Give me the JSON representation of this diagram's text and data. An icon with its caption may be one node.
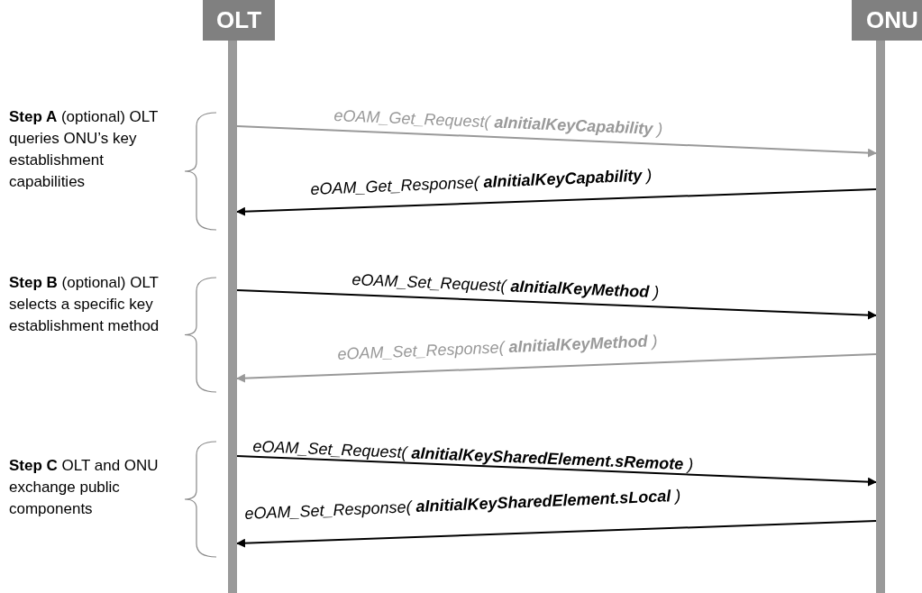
{
  "diagram": {
    "nodes": [
      {
        "text": [
          "OLT"
        ]
      },
      {
        "text": [
          "ONU"
        ]
      },
      {
        "text": [],
        "shape": "bar"
      },
      {
        "text": [],
        "shape": "bar"
      }
    ],
    "edges": [
      {
        "from": 2,
        "to": 3,
        "arrow": "to",
        "label": "eOAM_Get_Request( **aInitialKeyCapability** )",
        "color": "#999999"
      },
      {
        "from": 3,
        "to": 2,
        "arrow": "to",
        "label": "eOAM_Get_Response( **aInitialKeyCapability** )"
      },
      {
        "from": 2,
        "to": 3,
        "arrow": "to",
        "label": "eOAM_Set_Request( **aInitialKeyMethod** )"
      },
      {
        "from": 3,
        "to": 2,
        "arrow": "to",
        "label": "eOAM_Set_Response( **aInitialKeyMethod** )",
        "color": "#999999"
      },
      {
        "from": 2,
        "to": 3,
        "arrow": "to",
        "label": "eOAM_Set_Request( **aInitialKeySharedElement.sRemote** )"
      },
      {
        "from": 3,
        "to": 2,
        "arrow": "to",
        "label": "eOAM_Set_Response( **aInitialKeySharedElement.sLocal** )"
      }
    ],
    "labels": [
      "**Step A** (optional) OLT queries ONU’s key establishment capabilities",
      "**Step B** (optional) OLT selects a specific key establishment method",
      "**Step C** OLT and ONU exchange public components"
    ]
  }
}
